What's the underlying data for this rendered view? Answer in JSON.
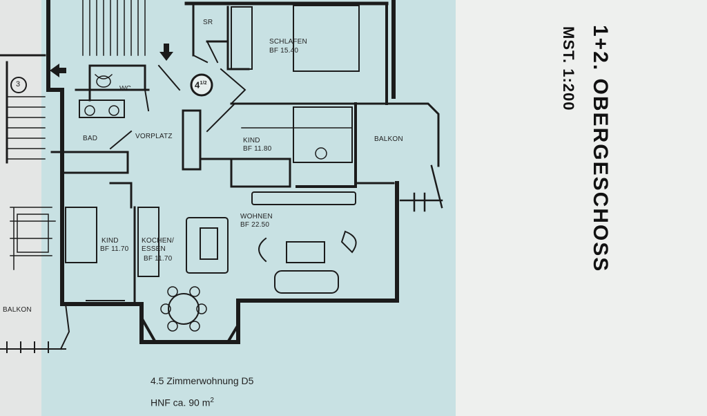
{
  "rooms": {
    "sr": "SR",
    "schlafen": "SCHLAFEN",
    "schlafen_area": "BF 15.40",
    "wc": "WC",
    "stair_number": "3",
    "bad": "BAD",
    "vorplatz": "VORPLATZ",
    "kind1": "KIND",
    "kind1_area": "BF 11.80",
    "balkon_right": "BALKON",
    "wohnen": "WOHNEN",
    "wohnen_area": "BF 22.50",
    "kind2": "KIND",
    "kind2_area": "BF 11.70",
    "kochen": "KOCHEN/",
    "essen": "ESSEN",
    "kochen_area": "BF 11.70",
    "balkon_left": "BALKON",
    "unit_badge": "4",
    "unit_badge_sup": "1/2"
  },
  "caption": {
    "line1": "4.5 Zimmerwohnung D5",
    "line2_prefix": "HNF ca. 90 m",
    "line2_sup": "2"
  },
  "sheet": {
    "title": "1+2. OBERGESCHOSS",
    "scale": "MST. 1:200"
  }
}
